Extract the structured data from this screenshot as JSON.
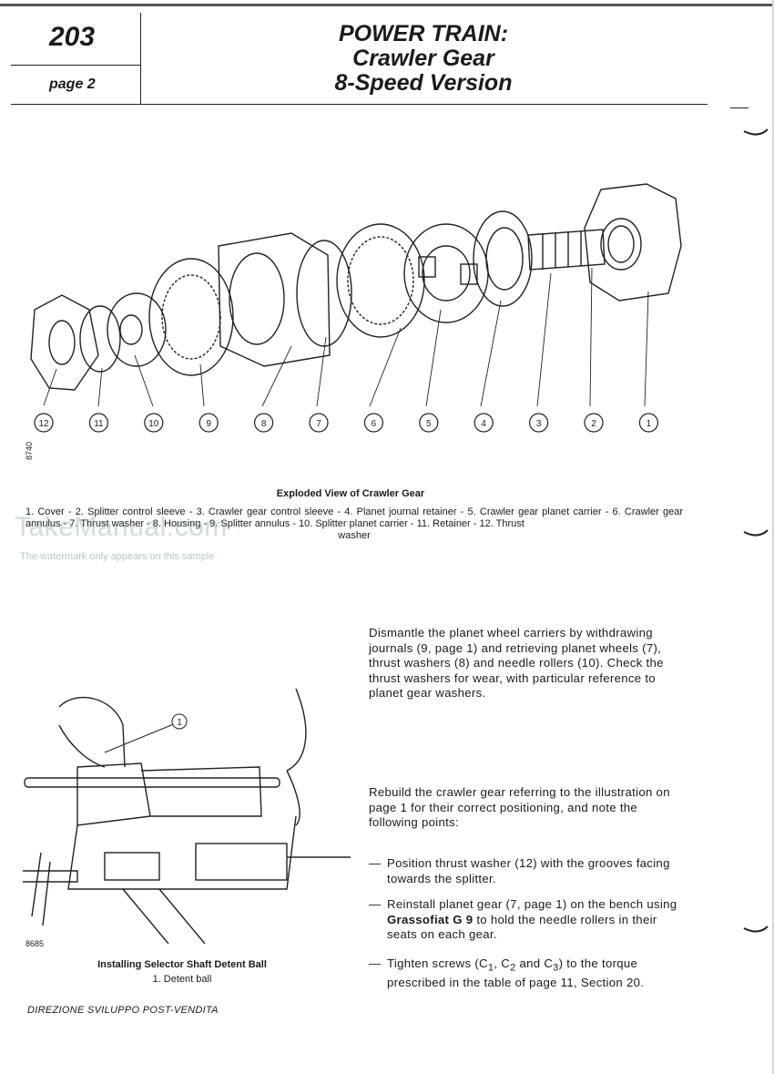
{
  "header": {
    "section_number": "203",
    "page_label": "page 2",
    "title_lines": [
      "POWER TRAIN:",
      "Crawler Gear",
      "8-Speed Version"
    ]
  },
  "figure1": {
    "code": "8740",
    "title": "Exploded View of Crawler Gear",
    "legend_main": "1. Cover - 2. Splitter control sleeve - 3. Crawler gear control sleeve - 4. Planet journal retainer - 5. Crawler gear planet carrier - 6. Crawler gear annulus - 7. Thrust washer - 8. Housing - 9. Splitter annulus - 10. Splitter planet carrier - 11. Retainer - 12. Thrust",
    "legend_end": "washer",
    "callouts": [
      "12",
      "11",
      "10",
      "9",
      "8",
      "7",
      "6",
      "5",
      "4",
      "3",
      "2",
      "1"
    ]
  },
  "watermark": {
    "text": "TakeManual.com",
    "note": "The watermark only appears on this sample"
  },
  "body": {
    "paragraph1": "Dismantle the planet wheel carriers by withdrawing journals (9, page 1) and retrieving planet wheels (7), thrust washers (8) and needle rollers (10). Check the thrust washers for wear, with particular reference to planet gear washers.",
    "paragraph2": "Rebuild the crawler gear referring to the illustration on page 1 for their correct positioning, and note the following points:",
    "bullets": [
      {
        "dash": "—",
        "text": "Position thrust washer (12) with the grooves facing towards the splitter."
      },
      {
        "dash": "—",
        "pre": "Reinstall planet gear (7, page 1) on the bench using ",
        "bold": "Grassofiat G 9",
        "post": " to hold the needle rollers in their seats on each gear."
      },
      {
        "dash": "—",
        "pre": "Tighten screws (C",
        "s1": "1",
        "m1": ", C",
        "s2": "2",
        "m2": " and C",
        "s3": "3",
        "post": ") to the torque prescribed in the table of page 11, Section 20."
      }
    ]
  },
  "figure2": {
    "code": "8685",
    "callout": "1",
    "title": "Installing Selector Shaft Detent Ball",
    "subtitle": "1. Detent ball"
  },
  "footer": {
    "text": "DIREZIONE SVILUPPO POST-VENDITA"
  }
}
